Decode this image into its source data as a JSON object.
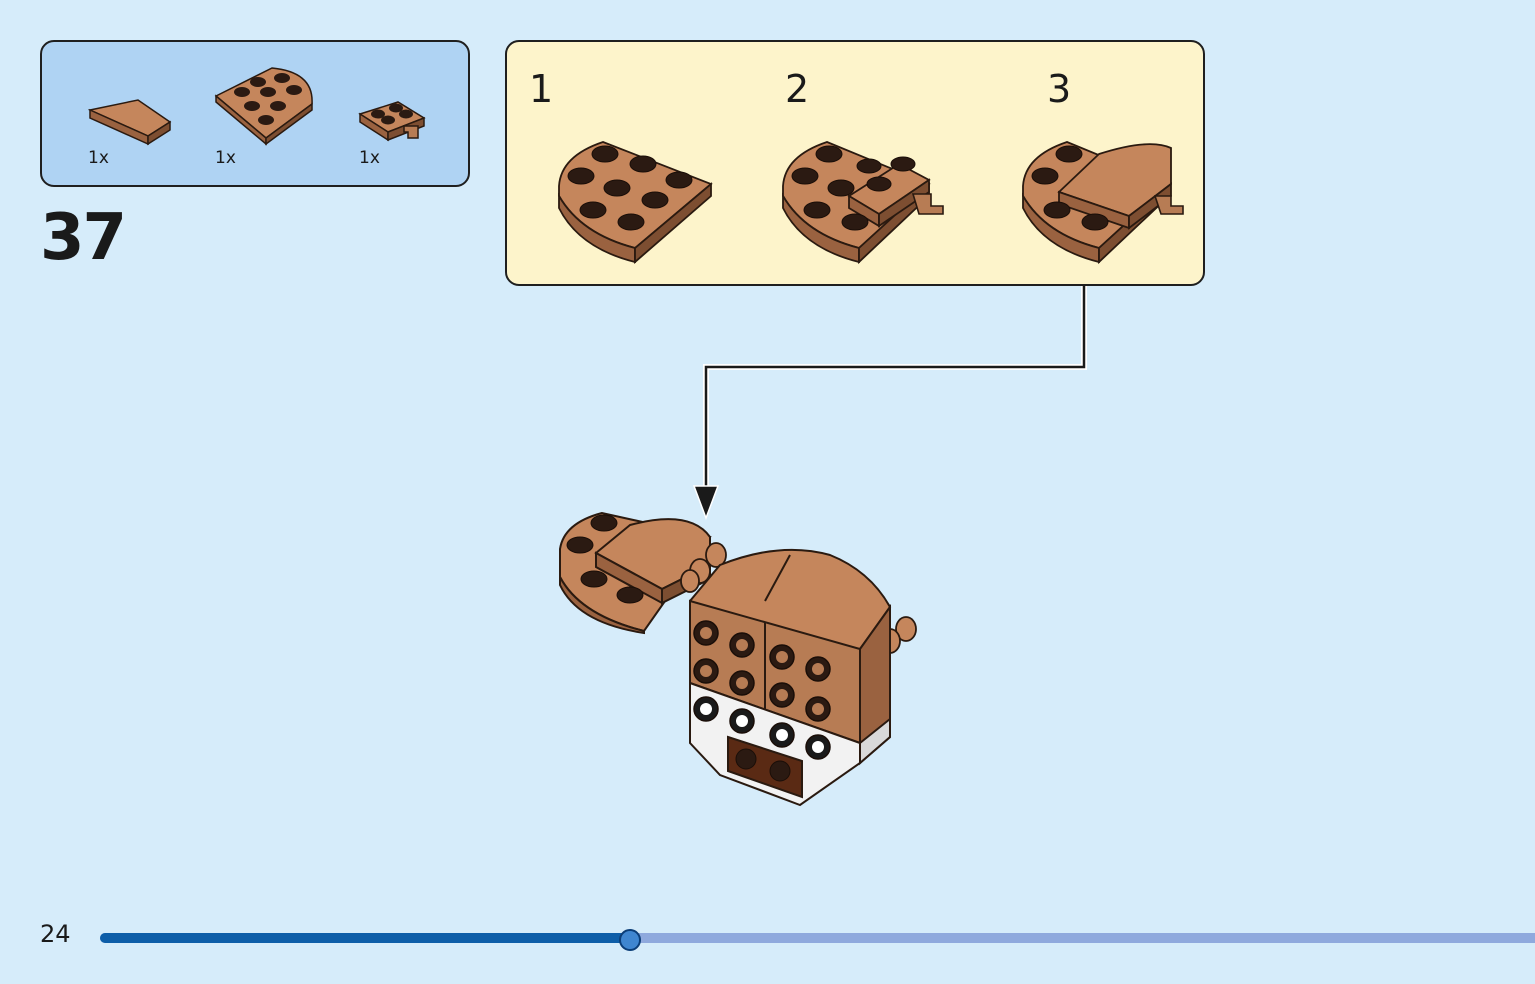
{
  "parts_list": {
    "items": [
      {
        "qty": "1x",
        "part": "curved-slope-plate-icon"
      },
      {
        "qty": "1x",
        "part": "round-corner-plate-icon"
      },
      {
        "qty": "1x",
        "part": "clip-plate-icon"
      }
    ]
  },
  "step": {
    "number": "37"
  },
  "substeps": [
    {
      "number": "1"
    },
    {
      "number": "2"
    },
    {
      "number": "3"
    }
  ],
  "page": {
    "number": "24"
  },
  "progress": {
    "fraction": 0.3693
  },
  "colors": {
    "background": "#d6ecfa",
    "parts_box": "#afd3f3",
    "substep_box": "#fdf4cb",
    "brick_brown": "#b77c54",
    "brick_white": "#f2f2f2",
    "dark_brown": "#5a2a14",
    "progress_fill": "#0e5ea8",
    "progress_track": "#8fa9dd"
  }
}
